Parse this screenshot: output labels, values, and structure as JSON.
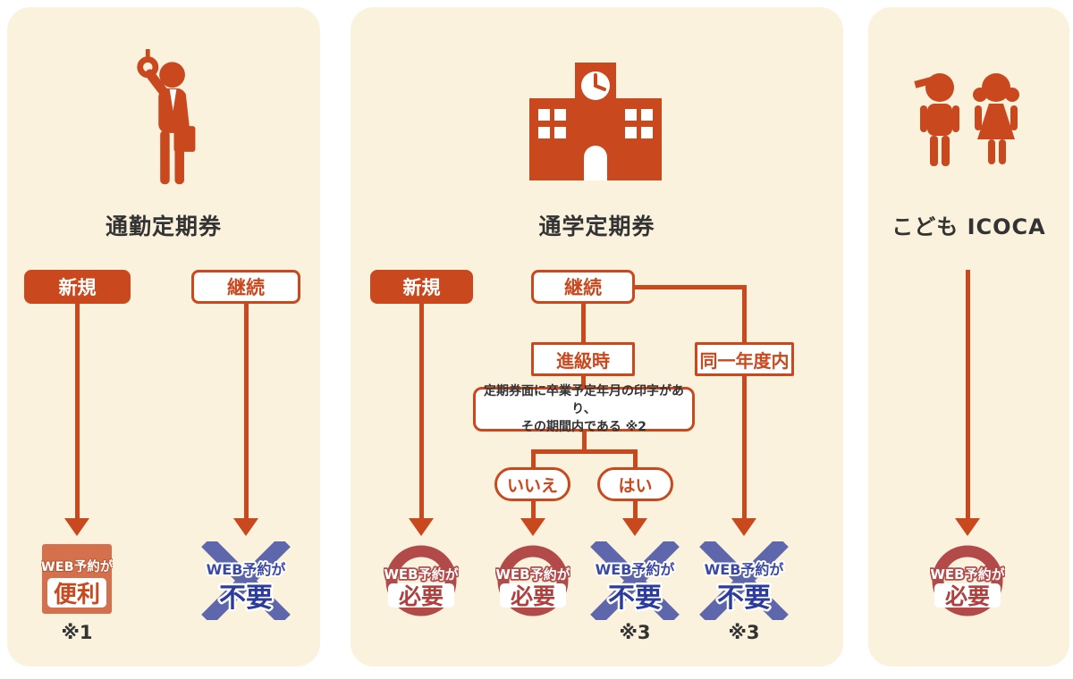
{
  "colors": {
    "accent": "#c9481d",
    "panel_bg": "#fbf2de",
    "square_orange": "#d4714c",
    "crimson": "#b14a48",
    "crimson_text": "#b0403e",
    "blue": "#5e67ab",
    "blue_mid": "#3a49a4",
    "blue_dark": "#2c3c9e",
    "text_dark": "#333333"
  },
  "panel_commute": {
    "title": "通勤定期券",
    "icon": "businessman-strap-icon",
    "box_new": "新規",
    "box_continue": "継続",
    "note1": "※1"
  },
  "panel_school": {
    "title": "通学定期券",
    "icon": "school-building-icon",
    "box_new": "新規",
    "box_continue": "継続",
    "box_promotion": "進級時",
    "box_same_year": "同一年度内",
    "condition_line1": "定期券面に卒業予定年月の印字があり、",
    "condition_line2": "その期間内である ※2",
    "oval_no": "いいえ",
    "oval_yes": "はい",
    "note3_left": "※3",
    "note3_right": "※3"
  },
  "panel_kids": {
    "title": "こども ICOCA",
    "icon": "children-icon"
  },
  "stamps": {
    "prefix": "WEB予約が",
    "convenient": "便利",
    "required": "必要",
    "not_required": "不要"
  }
}
